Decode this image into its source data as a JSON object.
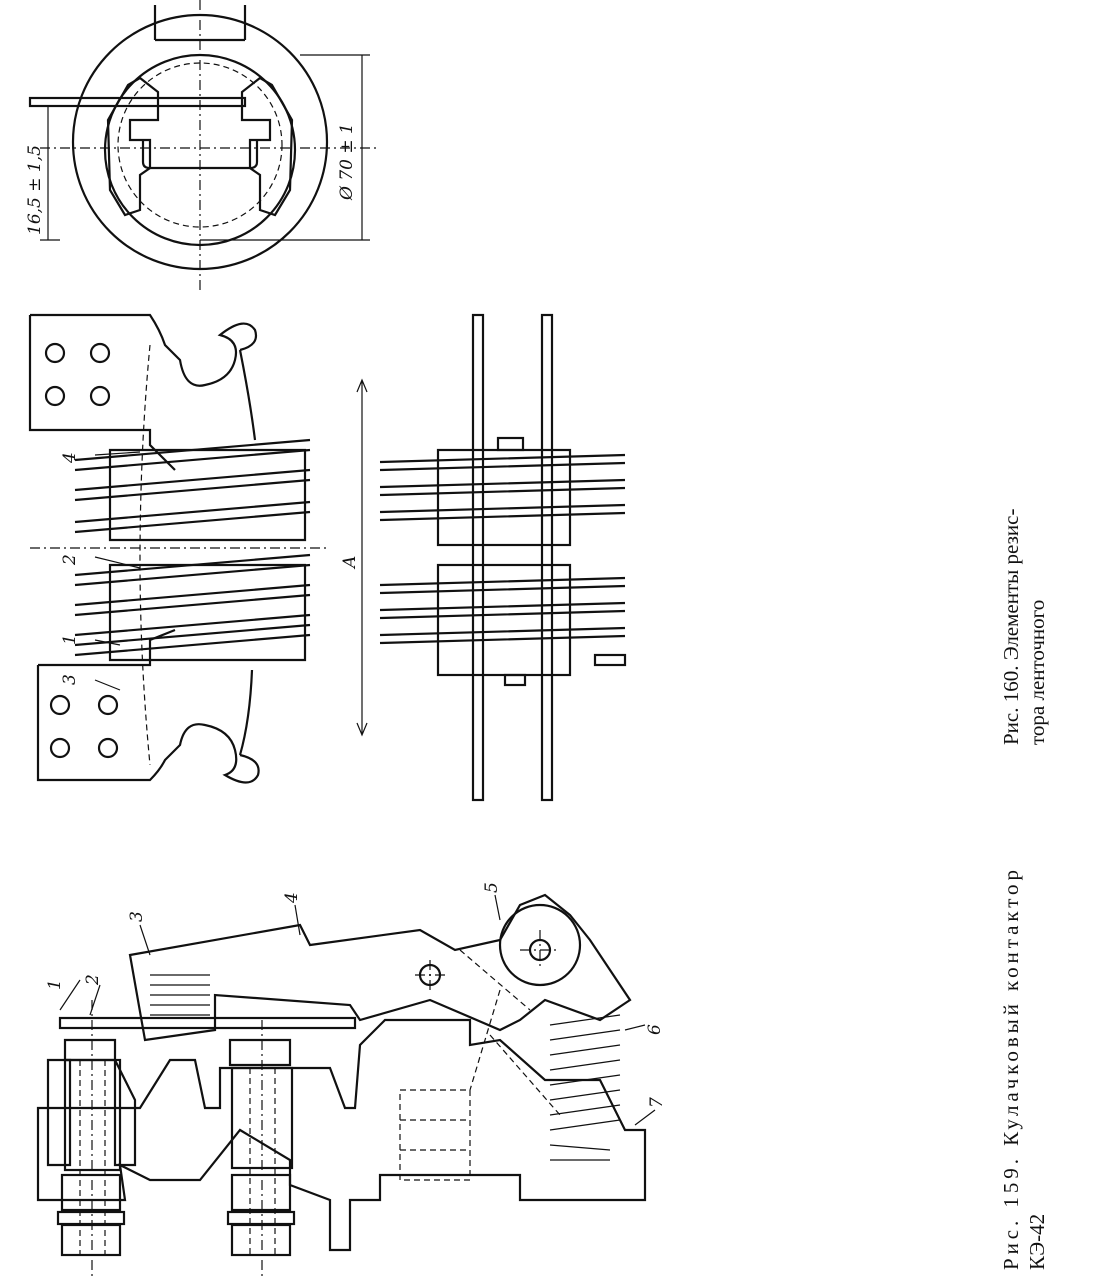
{
  "figure_159": {
    "caption_line1": "Рис. 159. Кулачковый контактор",
    "caption_line2": "КЭ-42",
    "labels": [
      "1",
      "2",
      "3",
      "4",
      "5",
      "6",
      "7"
    ]
  },
  "figure_160": {
    "caption_line1": "Рис. 160. Элементы резис-",
    "caption_line2": "тора ленточного",
    "labels": {
      "l4": "4",
      "l2": "2",
      "l1": "1",
      "l3": "3",
      "dim_a": "A"
    },
    "dim_offset": "16,5 ± 1,5",
    "dim_diameter": "Ø 70 ± 1"
  }
}
